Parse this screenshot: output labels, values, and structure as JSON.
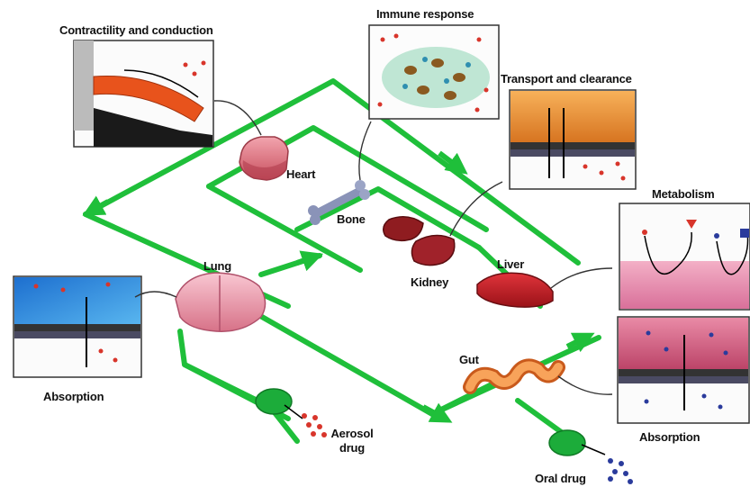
{
  "labels": {
    "contractility": "Contractility and conduction",
    "immune": "Immune response",
    "transport": "Transport and clearance",
    "metabolism": "Metabolism",
    "heart": "Heart",
    "bone": "Bone",
    "kidney": "Kidney",
    "liver": "Liver",
    "lung": "Lung",
    "gut": "Gut",
    "absorption_left": "Absorption",
    "absorption_right": "Absorption",
    "aerosol_drug": "Aerosol drug",
    "oral_drug": "Oral drug"
  },
  "colors": {
    "circuit_green": "#1fbf3a",
    "organ_red": "#c8202a",
    "heart_pink": "#e27c8a",
    "lung_pink": "#f3a7b8",
    "gut_orange": "#f28a3c",
    "bone_gray": "#8a93b8",
    "drug_red_dot": "#d8352b",
    "drug_blue_dot": "#2a3b9c"
  }
}
